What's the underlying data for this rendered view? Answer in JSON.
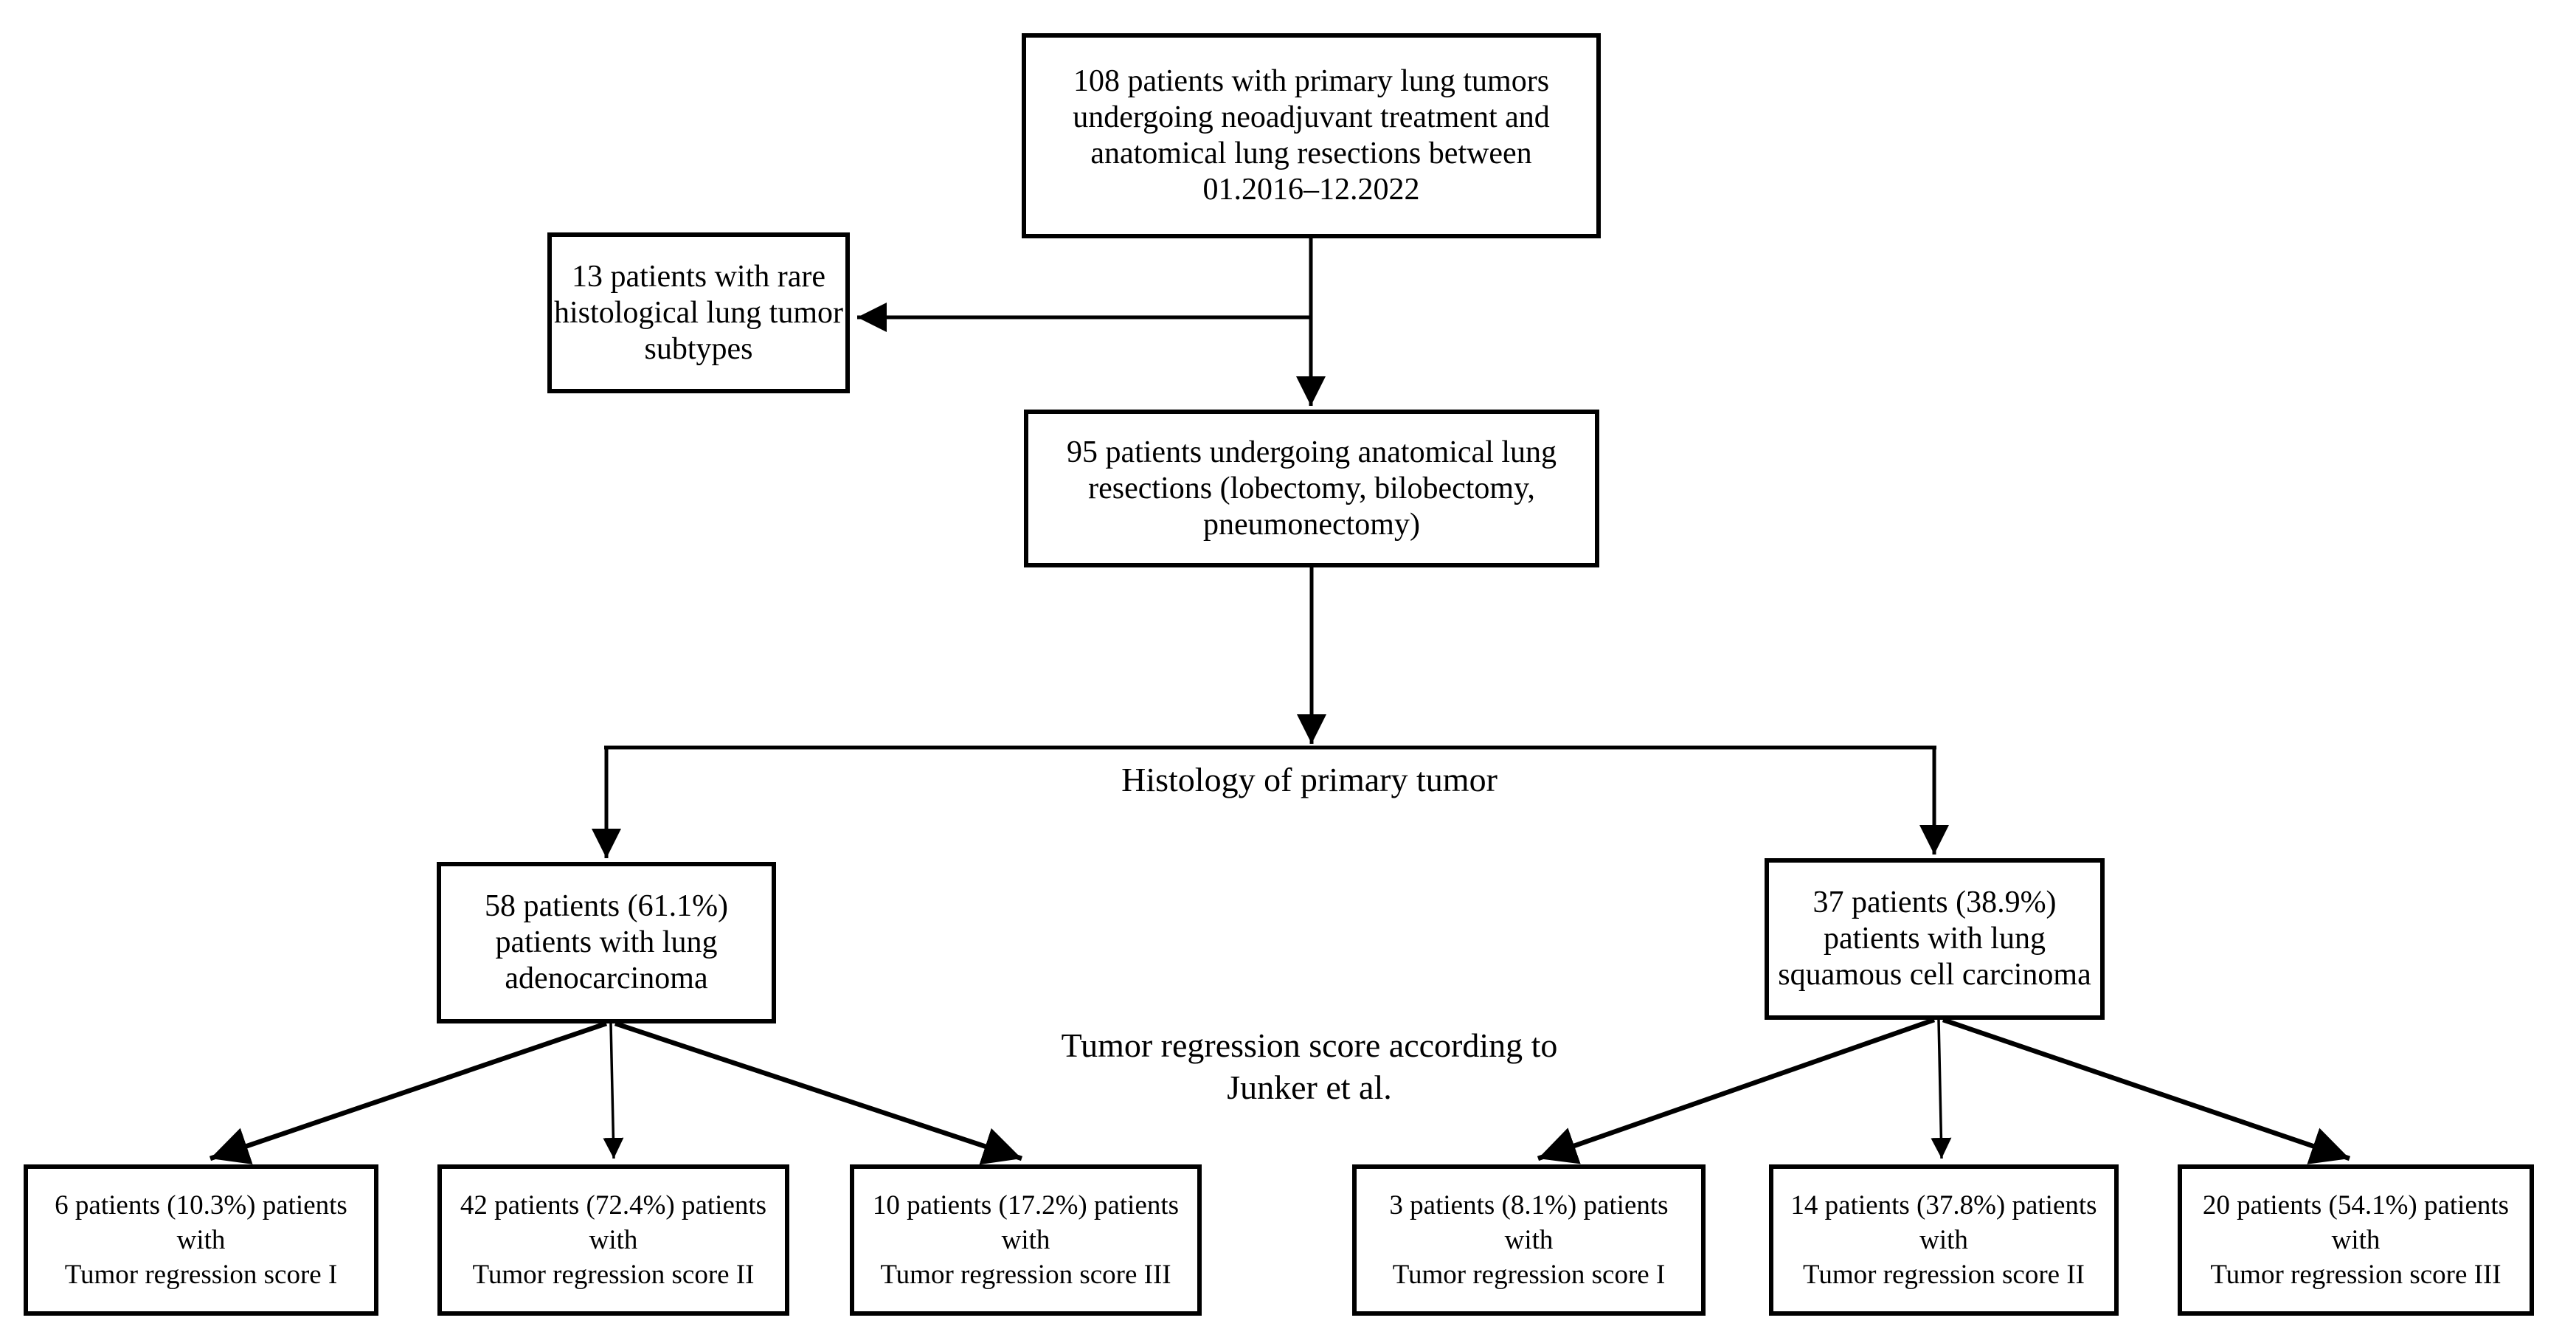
{
  "diagram": {
    "title": "Patient flow chart",
    "colors": {
      "line": "#000000",
      "text": "#000000",
      "background": "#ffffff"
    },
    "boxes": {
      "total": {
        "lines": [
          "108 patients with primary lung tumors",
          "undergoing neoadjuvant treatment and",
          "anatomical lung resections between",
          "01.2016–12.2022"
        ]
      },
      "excluded": {
        "lines": [
          "13 patients with rare",
          "histological lung tumor",
          "subtypes"
        ]
      },
      "resections": {
        "lines": [
          "95 patients undergoing anatomical lung",
          "resections (lobectomy, bilobectomy,",
          "pneumonectomy)"
        ]
      },
      "adeno": {
        "lines": [
          "58 patients (61.1%)",
          "patients with lung",
          "adenocarcinoma"
        ]
      },
      "squamous": {
        "lines": [
          "37 patients (38.9%)",
          "patients with lung",
          "squamous cell carcinoma"
        ]
      },
      "adeno_trs1": {
        "lines": [
          "6 patients (10.3%) patients",
          "with",
          "Tumor regression score I"
        ]
      },
      "adeno_trs2": {
        "lines": [
          "42 patients (72.4%) patients",
          "with",
          "Tumor regression score II"
        ]
      },
      "adeno_trs3": {
        "lines": [
          "10 patients (17.2%) patients",
          "with",
          "Tumor regression score III"
        ]
      },
      "squamous_trs1": {
        "lines": [
          "3 patients (8.1%) patients",
          "with",
          "Tumor regression score I"
        ]
      },
      "squamous_trs2": {
        "lines": [
          "14 patients (37.8%) patients",
          "with",
          "Tumor regression score II"
        ]
      },
      "squamous_trs3": {
        "lines": [
          "20 patients (54.1%) patients",
          "with",
          "Tumor regression score III"
        ]
      }
    },
    "labels": {
      "histology": "Histology of primary tumor",
      "trs_line1": "Tumor regression score according to",
      "trs_line2": "Junker et al."
    }
  }
}
